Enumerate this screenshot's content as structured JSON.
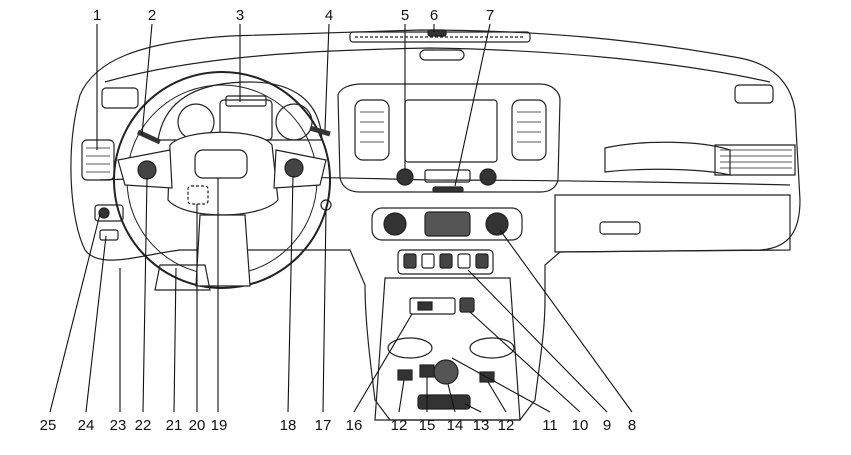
{
  "callouts": {
    "top": [
      "1",
      "2",
      "3",
      "4",
      "5",
      "6",
      "7"
    ],
    "bottom": [
      "25",
      "24",
      "23",
      "22",
      "21",
      "20",
      "19",
      "18",
      "17",
      "16",
      "12",
      "15",
      "14",
      "13",
      "12",
      "11",
      "10",
      "9",
      "8"
    ]
  }
}
